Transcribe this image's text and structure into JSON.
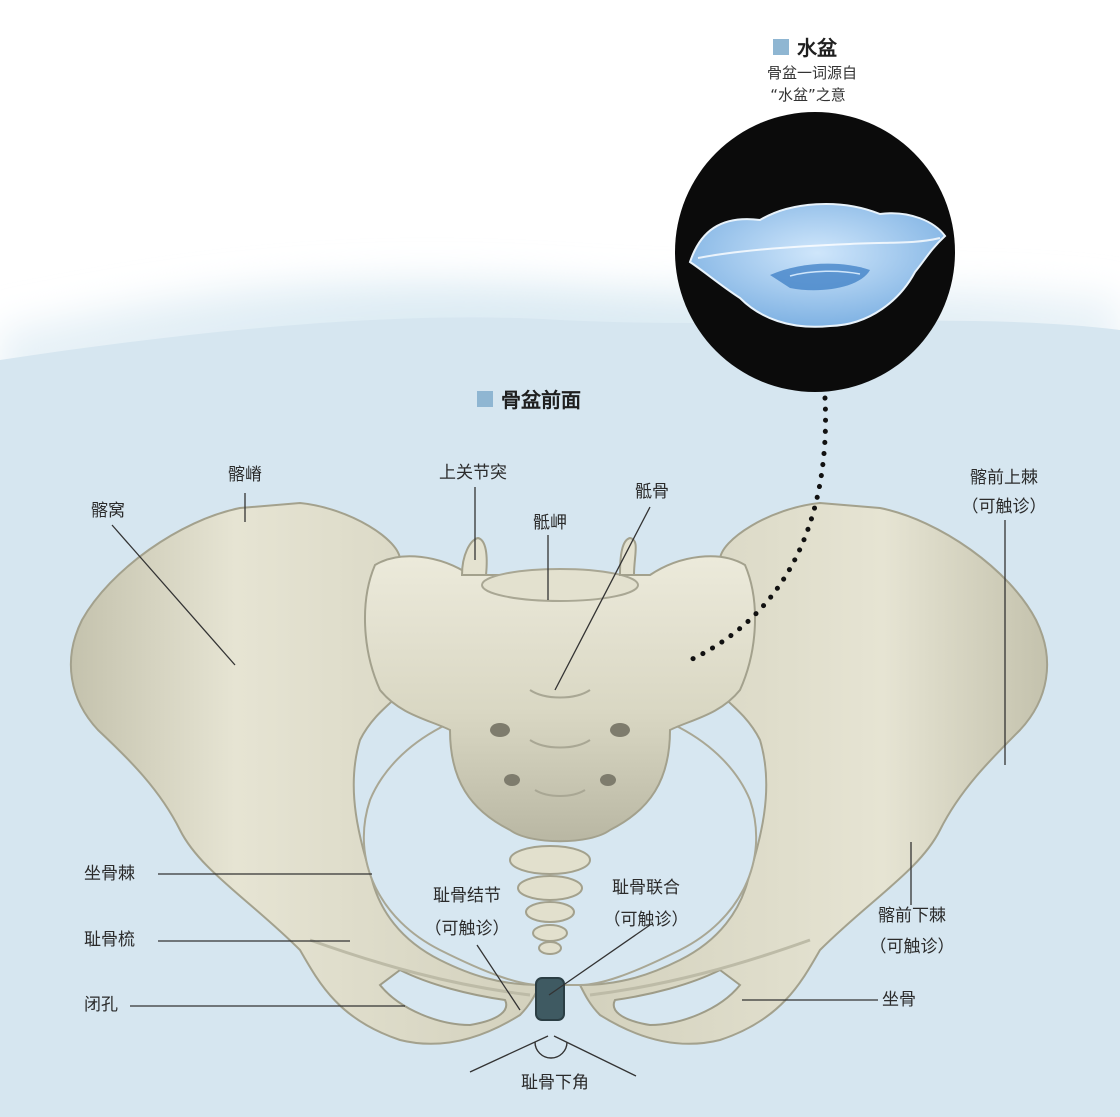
{
  "colors": {
    "background_wash": "#d7e7f1",
    "bone": "#dddbc8",
    "bone_shadow": "#a9a794",
    "cartilage": "#3f5a62",
    "inset_circle": "#0b0b0b",
    "basin": "#9ec8ec",
    "title_square": "#8fb6d2"
  },
  "inset": {
    "title": "水盆",
    "caption_line1": "骨盆一词源自",
    "caption_line2": "“水盆”之意",
    "icon": "water-basin-illustration"
  },
  "main_title": "骨盆前面",
  "labels": {
    "iliac_fossa": "髂窝",
    "iliac_crest": "髂嵴",
    "superior_articular_process": "上关节突",
    "promontory": "骶岬",
    "sacrum": "骶骨",
    "asis_line1": "髂前上棘",
    "asis_line2": "（可触诊）",
    "ischial_spine": "坐骨棘",
    "pectineal_line": "耻骨梳",
    "obturator_foramen": "闭孔",
    "pubic_tubercle_line1": "耻骨结节",
    "pubic_tubercle_line2": "（可触诊）",
    "pubic_symphysis_line1": "耻骨联合",
    "pubic_symphysis_line2": "（可触诊）",
    "aiis_line1": "髂前下棘",
    "aiis_line2": "（可触诊）",
    "ischium": "坐骨",
    "subpubic_angle": "耻骨下角"
  }
}
